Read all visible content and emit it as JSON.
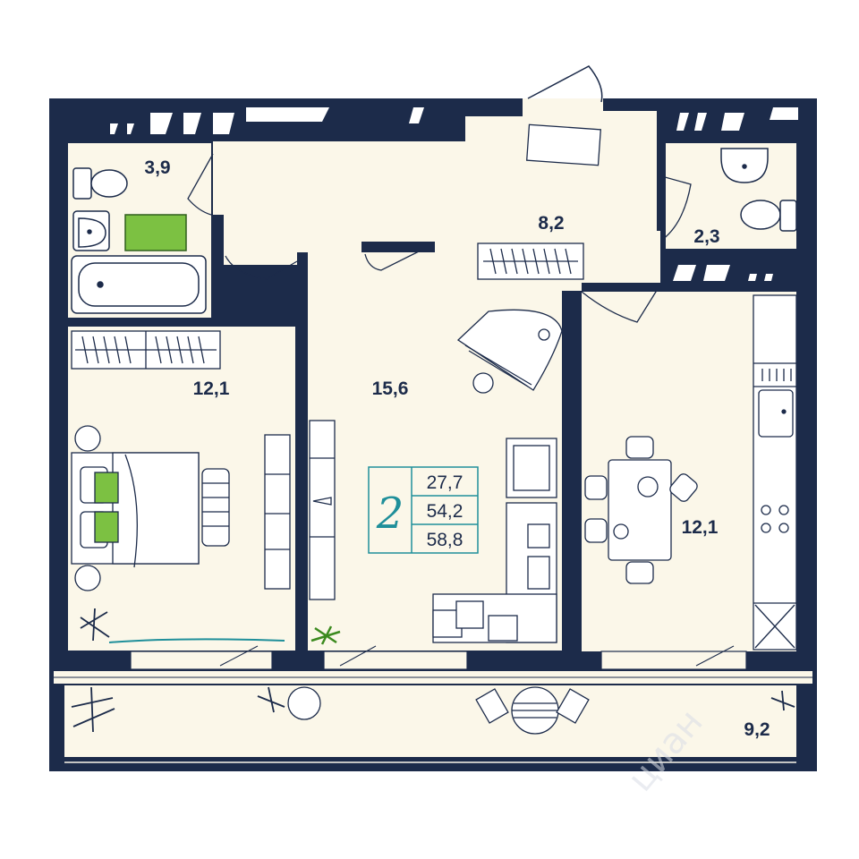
{
  "plan": {
    "rooms": [
      {
        "id": "bathroom",
        "area": "3,9"
      },
      {
        "id": "hallway",
        "area": "8,2"
      },
      {
        "id": "toilet",
        "area": "2,3"
      },
      {
        "id": "bedroom",
        "area": "12,1"
      },
      {
        "id": "living",
        "area": "15,6"
      },
      {
        "id": "kitchen",
        "area": "12,1"
      },
      {
        "id": "balcony",
        "area": "9,2"
      }
    ],
    "summary": {
      "rooms_count": "2",
      "living_area": "27,7",
      "total_area": "54,2",
      "total_with_balcony": "58,8"
    },
    "watermark": "циан"
  },
  "colors": {
    "wall": "#1c2b4a",
    "floor": "#fbf7e9",
    "accent_green": "#7cc142",
    "accent_teal": "#1f8f9a"
  }
}
